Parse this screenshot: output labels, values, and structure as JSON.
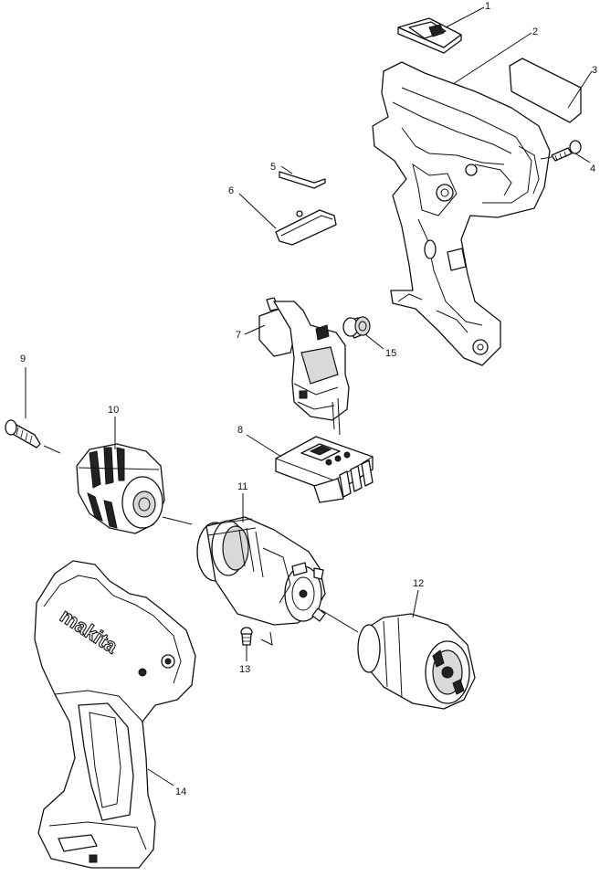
{
  "diagram": {
    "callouts": [
      {
        "id": "1",
        "label": "1"
      },
      {
        "id": "2",
        "label": "2"
      },
      {
        "id": "3",
        "label": "3"
      },
      {
        "id": "4",
        "label": "4"
      },
      {
        "id": "5",
        "label": "5"
      },
      {
        "id": "6",
        "label": "6"
      },
      {
        "id": "7",
        "label": "7"
      },
      {
        "id": "8",
        "label": "8"
      },
      {
        "id": "9",
        "label": "9"
      },
      {
        "id": "10",
        "label": "10"
      },
      {
        "id": "11",
        "label": "11"
      },
      {
        "id": "12",
        "label": "12"
      },
      {
        "id": "13",
        "label": "13"
      },
      {
        "id": "14",
        "label": "14"
      },
      {
        "id": "15",
        "label": "15"
      }
    ],
    "brand_text": "makita"
  }
}
